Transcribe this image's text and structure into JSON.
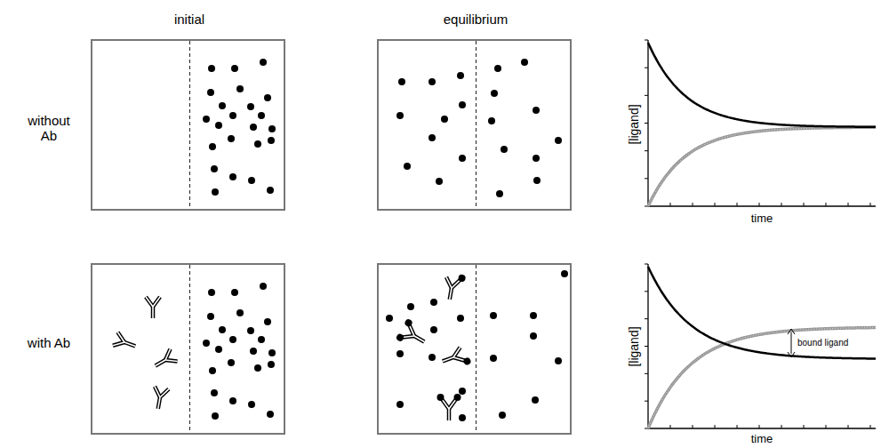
{
  "diagram": {
    "labels": [
      "initial",
      "equilibrium",
      "without Ab",
      "with Ab",
      "[ligand]",
      "time",
      "[ligand]",
      "time",
      "bound ligand"
    ]
  }
}
